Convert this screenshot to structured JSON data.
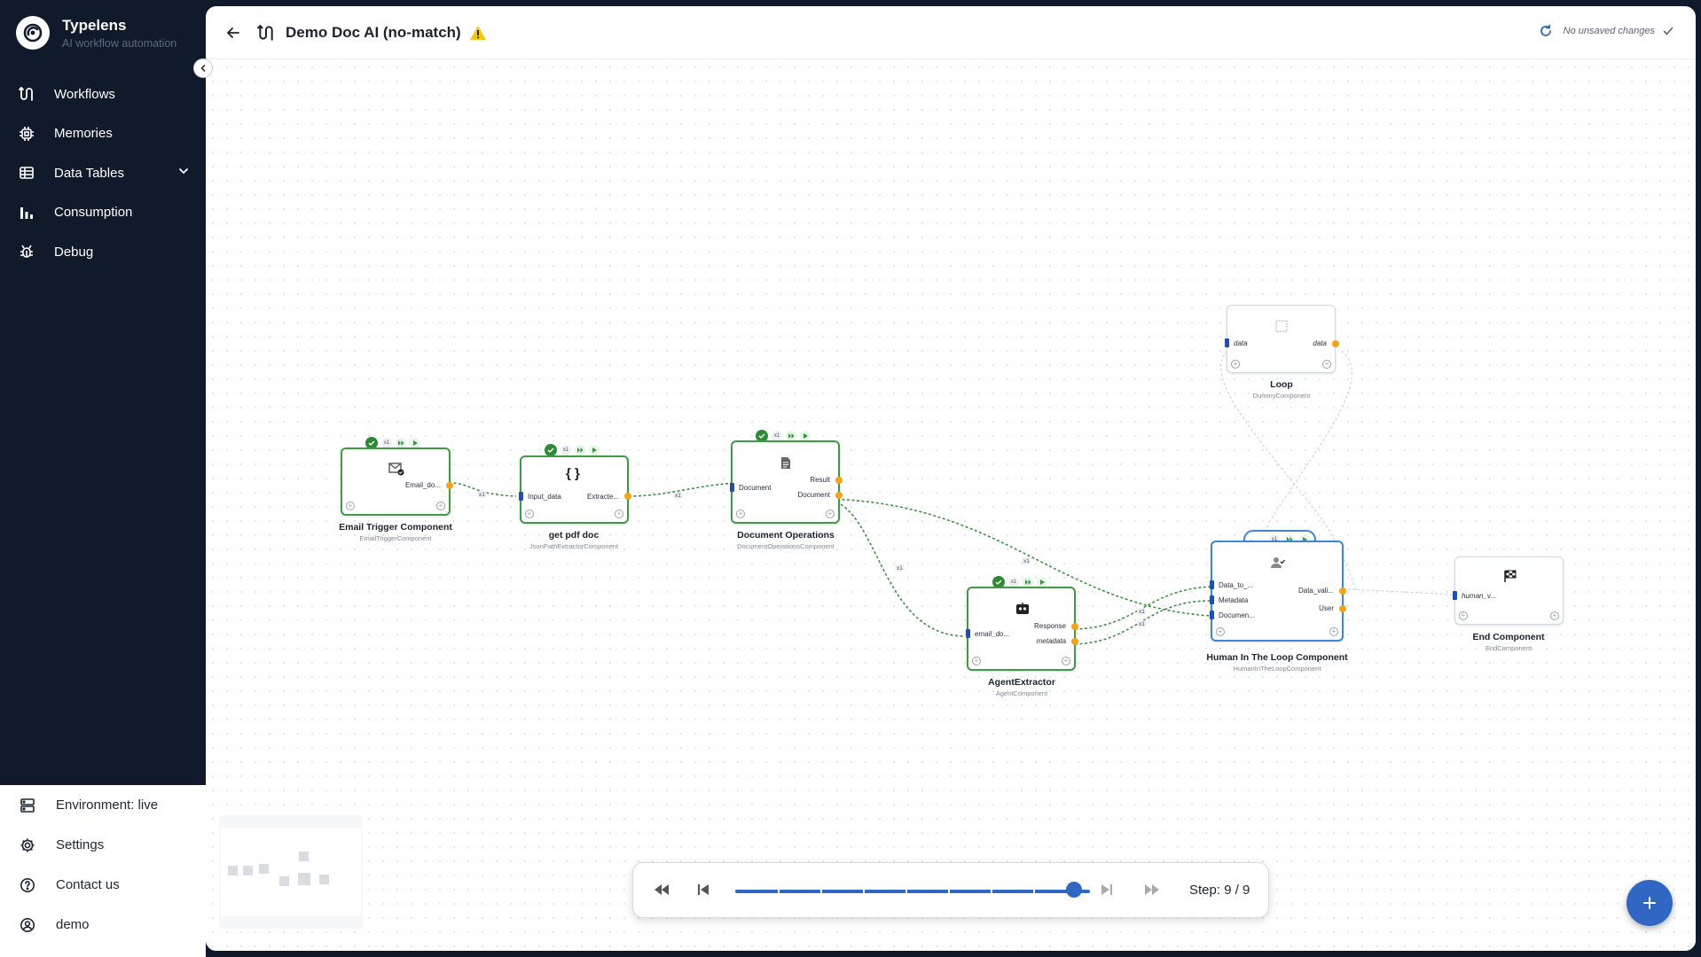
{
  "brand": {
    "name": "Typelens",
    "tagline": "AI workflow automation"
  },
  "nav": {
    "workflows": "Workflows",
    "memories": "Memories",
    "data_tables": "Data Tables",
    "consumption": "Consumption",
    "debug": "Debug"
  },
  "bottom_nav": {
    "environment": "Environment: live",
    "settings": "Settings",
    "contact": "Contact us",
    "user": "demo"
  },
  "header": {
    "title": "Demo Doc AI (no-match)",
    "status": "No unsaved changes"
  },
  "nodes": {
    "email": {
      "label": "Email Trigger Component",
      "sub": "EmailTriggerComponent",
      "out": "Email_do..."
    },
    "pdf": {
      "label": "get pdf doc",
      "sub": "JsonPathExtractorComponent",
      "in": "Input_data",
      "out": "Extracte..."
    },
    "docops": {
      "label": "Document Operations",
      "sub": "DocumentOperationsComponent",
      "in": "Document",
      "out1": "Result",
      "out2": "Document"
    },
    "agent": {
      "label": "AgentExtractor",
      "sub": "AgentComponent",
      "in": "email_do...",
      "out1": "Response",
      "out2": "metadata"
    },
    "human": {
      "label": "Human In The Loop Component",
      "sub": "HumanInTheLoopComponent",
      "in1": "Data_to_...",
      "in2": "Metadata",
      "in3": "Documen...",
      "out1": "Data_vali...",
      "out2": "User"
    },
    "loop": {
      "label": "Loop",
      "sub": "DummyComponent",
      "in": "data",
      "out": "data"
    },
    "end": {
      "label": "End Component",
      "sub": "EndComponent",
      "in": "human_v..."
    }
  },
  "badges": {
    "x1": "x1"
  },
  "player": {
    "step_label": "Step: 9 / 9",
    "current": 9,
    "total": 9
  },
  "colors": {
    "sidebar_bg": "#111a2b",
    "accent": "#2f67c3",
    "success": "#3f9a45",
    "port_out": "#f4a21a",
    "port_in": "#1f4fb0",
    "warning": "#f5c518"
  }
}
